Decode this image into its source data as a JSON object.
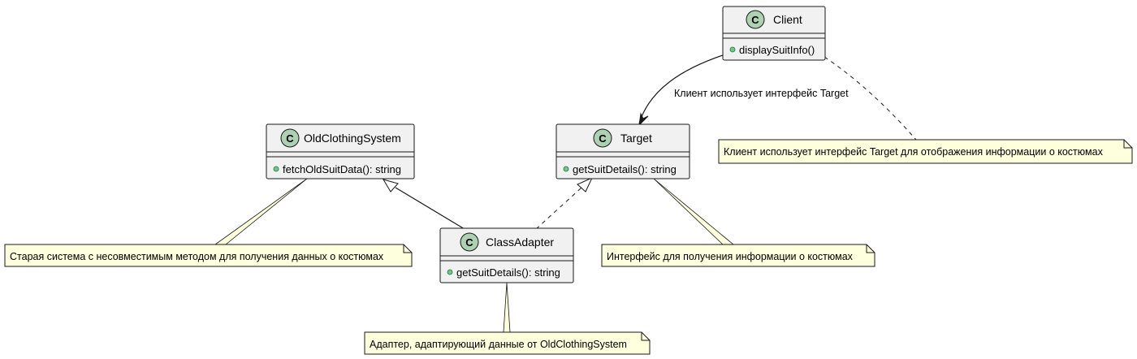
{
  "classes": {
    "client": {
      "name": "Client",
      "stereotype_letter": "C",
      "methods": [
        "displaySuitInfo()"
      ]
    },
    "target": {
      "name": "Target",
      "stereotype_letter": "C",
      "methods": [
        "getSuitDetails(): string"
      ]
    },
    "old_clothing_system": {
      "name": "OldClothingSystem",
      "stereotype_letter": "C",
      "methods": [
        "fetchOldSuitData(): string"
      ]
    },
    "class_adapter": {
      "name": "ClassAdapter",
      "stereotype_letter": "C",
      "methods": [
        "getSuitDetails(): string"
      ]
    }
  },
  "edges": {
    "client_to_target_label": "Клиент использует интерфейс Target"
  },
  "notes": {
    "client_note": "Клиент использует интерфейс Target для отображения информации о костюмах",
    "target_note": "Интерфейс для получения информации о костюмах",
    "old_system_note": "Старая система с несовместимым методом для получения данных о костюмах",
    "adapter_note": "Адаптер, адаптирующий данные от OldClothingSystem"
  },
  "colors": {
    "class_fill": "#f1f1f1",
    "class_border": "#181818",
    "circle_fill": "#add1b2",
    "note_fill": "#feffdd",
    "note_border": "#181818",
    "method_dot": "#84be84"
  }
}
